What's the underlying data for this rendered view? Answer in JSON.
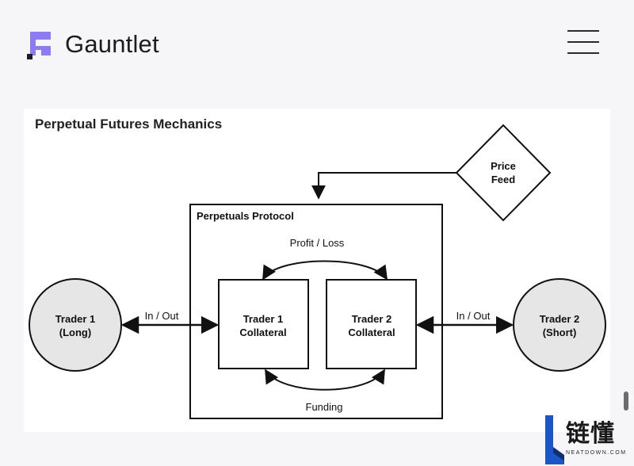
{
  "header": {
    "brand": "Gauntlet",
    "accent": "#8b7cf6"
  },
  "diagram": {
    "title": "Perpetual Futures Mechanics",
    "container_label": "Perpetuals Protocol",
    "price_feed": [
      "Price",
      "Feed"
    ],
    "trader1": [
      "Trader 1",
      "(Long)"
    ],
    "trader2": [
      "Trader 2",
      "(Short)"
    ],
    "collateral1": [
      "Trader 1",
      "Collateral"
    ],
    "collateral2": [
      "Trader 2",
      "Collateral"
    ],
    "in_out_left": "In / Out",
    "in_out_right": "In / Out",
    "profit_loss": "Profit / Loss",
    "funding": "Funding",
    "circle_fill": "#e6e6e6"
  },
  "watermark": {
    "cn": "链懂",
    "en": "NEATDOWN.COM",
    "color": "#1a56c8"
  }
}
